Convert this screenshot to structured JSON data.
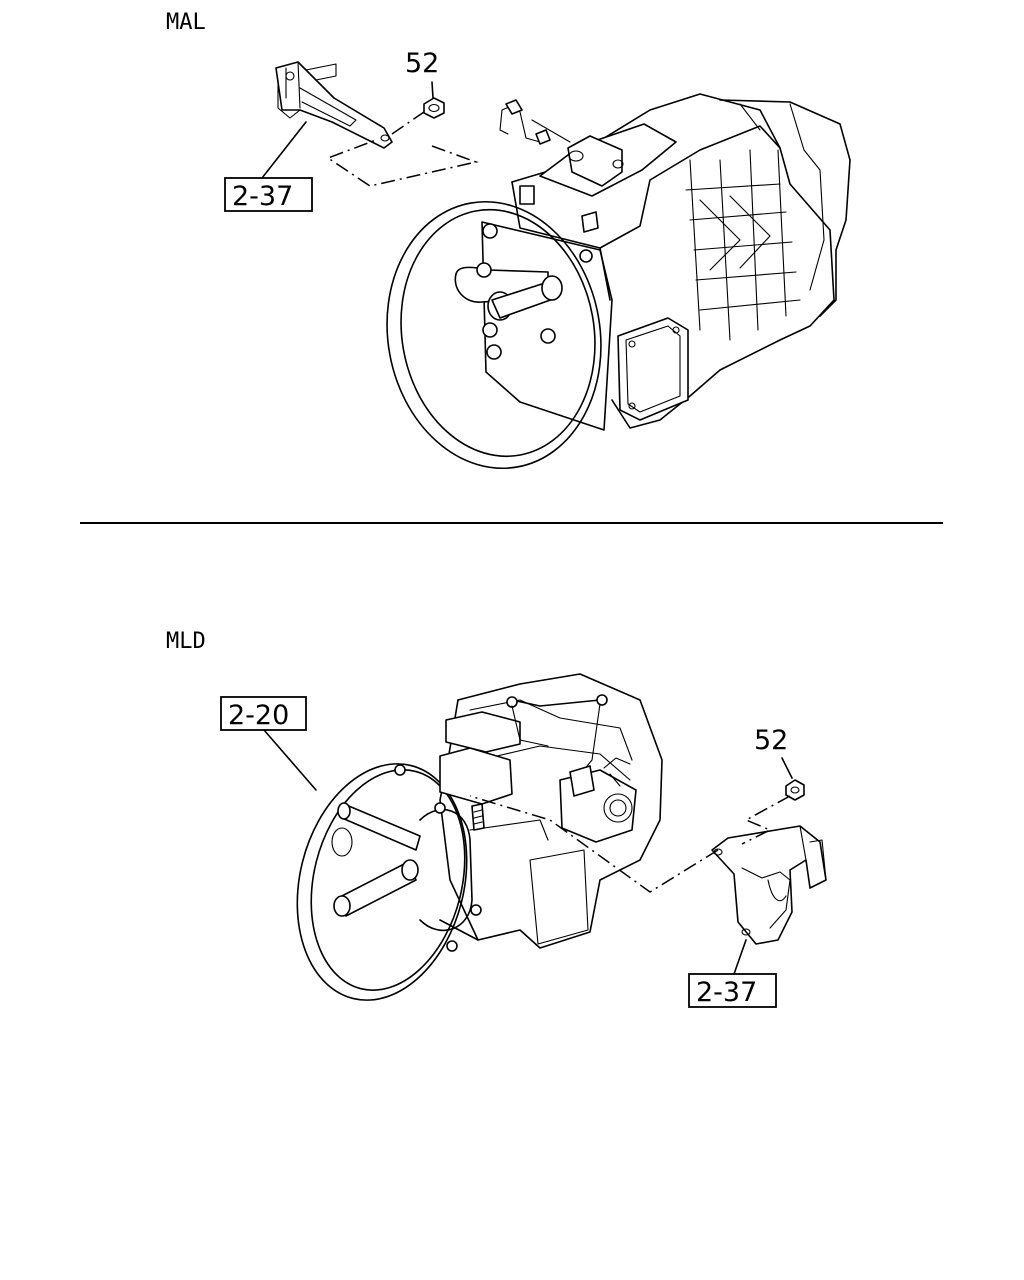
{
  "sections": [
    {
      "label": "MAL",
      "callouts": {
        "nut": "52",
        "bracket": "2-37"
      }
    },
    {
      "label": "MLD",
      "callouts": {
        "transmission": "2-20",
        "nut": "52",
        "bracket": "2-37"
      }
    }
  ]
}
